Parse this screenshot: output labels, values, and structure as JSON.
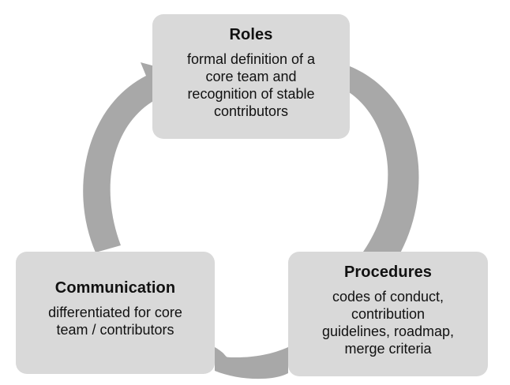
{
  "diagram": {
    "type": "cycle",
    "direction": "counterclockwise",
    "colors": {
      "box_fill": "#d9d9d9",
      "arrow_fill": "#a8a8a8",
      "text": "#111111",
      "background": "#ffffff"
    },
    "nodes": [
      {
        "id": "roles",
        "title": "Roles",
        "description": "formal definition of a\ncore team and\nrecognition of stable\ncontributors"
      },
      {
        "id": "procedures",
        "title": "Procedures",
        "description": "codes of conduct,\ncontribution\nguidelines, roadmap,\nmerge criteria"
      },
      {
        "id": "communication",
        "title": "Communication",
        "description": "differentiated for core\nteam / contributors"
      }
    ],
    "connectors": [
      {
        "id": "arc-roles-to-procedures",
        "from": "roles",
        "to": "procedures",
        "has_arrowhead": false
      },
      {
        "id": "arc-procedures-to-communication",
        "from": "procedures",
        "to": "communication",
        "has_arrowhead": false
      },
      {
        "id": "arc-communication-to-roles",
        "from": "communication",
        "to": "roles",
        "has_arrowhead": true
      }
    ]
  }
}
